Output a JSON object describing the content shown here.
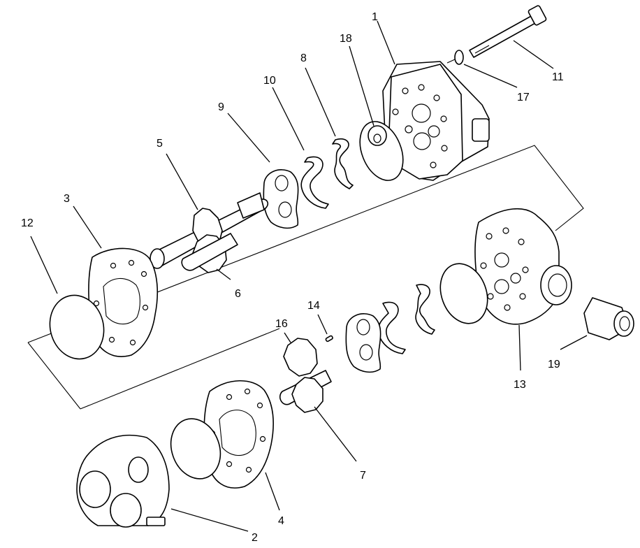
{
  "callouts": {
    "c1": "1",
    "c2": "2",
    "c3": "3",
    "c4": "4",
    "c5": "5",
    "c6": "6",
    "c7": "7",
    "c8": "8",
    "c9": "9",
    "c10": "10",
    "c11": "11",
    "c12": "12",
    "c13": "13",
    "c14": "14",
    "c16": "16",
    "c17": "17",
    "c18": "18",
    "c19": "19"
  }
}
